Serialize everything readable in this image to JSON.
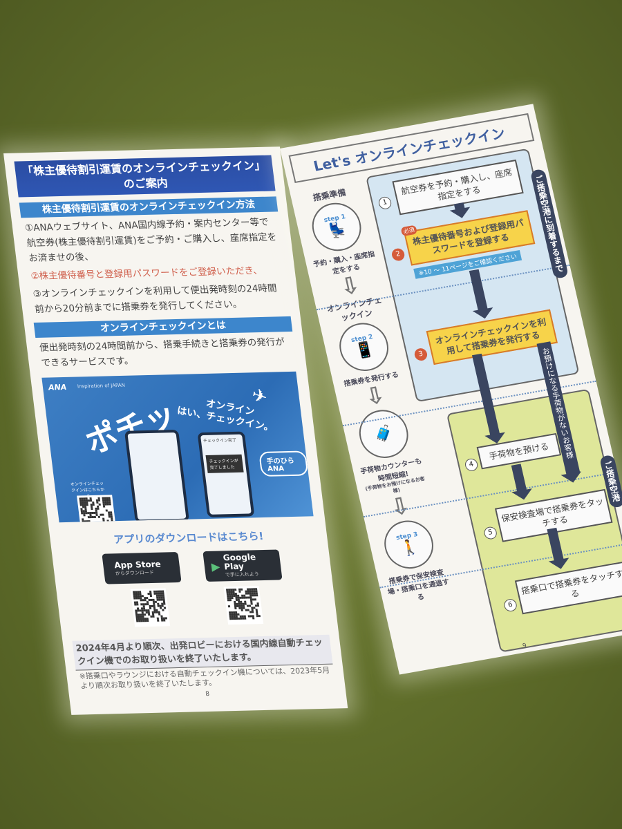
{
  "left_page": {
    "title_line1": "「株主優待割引運賃のオンラインチェックイン」",
    "title_line2": "のご案内",
    "method_heading": "株主優待割引運賃のオンラインチェックイン方法",
    "step1": "①ANAウェブサイト、ANA国内線予約・案内センター等で航空券(株主優待割引運賃)をご予約・ご購入し、座席指定をお済ませの後、",
    "step2": "②株主優待番号と登録用パスワードをご登録いただき、",
    "step3": "③オンラインチェックインを利用して便出発時刻の24時間前から20分前までに搭乗券を発行してください。",
    "about_heading": "オンラインチェックインとは",
    "about_text": "便出発時刻の24時間前から、搭乗手続きと搭乗券の発行ができるサービスです。",
    "banner": {
      "logo": "ANA",
      "tagline": "Inspiration of JAPAN",
      "headline": "ポチッ",
      "slogan_line1": "オンライン",
      "slogan_line2": "はい、チェックイン。",
      "phone_screen_title": "チェックイン完了",
      "phone_screen_message": "チェックインが完了しました",
      "app_badge": "手のひらANA",
      "qr_caption": "オンラインチェックインはこちらから"
    },
    "download_heading": "アプリのダウンロードはこちら!",
    "app_store": {
      "name": "App Store",
      "sub": "からダウンロード",
      "icon": "apple-icon"
    },
    "google_play": {
      "name": "Google Play",
      "sub": "で手に入れよう",
      "icon": "play-icon"
    },
    "notice": "2024年4月より順次、出発ロビーにおける国内線自動チェックイン機でのお取り扱いを終了いたします。",
    "note": "※搭乗口やラウンジにおける自動チェックイン機については、2023年5月より順次お取り扱いを終了いたします。",
    "page_number": "8"
  },
  "right_page": {
    "title": "Let's オンラインチェックイン",
    "side": {
      "prep_label": "搭乗準備",
      "step1_label": "step 1",
      "step1_caption": "予約・購入・座席指定をする",
      "online_label": "オンラインチェックイン",
      "step2_label": "step 2",
      "step2_caption": "搭乗券を発行する",
      "baggage_caption": "手荷物カウンターも時間短縮!",
      "baggage_note": "(手荷物をお預けになるお客様)",
      "step3_label": "step 3",
      "step3_caption": "搭乗券で保安検査場・搭乗口を通過する"
    },
    "flow": [
      {
        "num": "1",
        "text": "航空券を予約・購入し、座席指定をする"
      },
      {
        "num": "2",
        "text": "株主優待番号および登録用パスワードを登録する",
        "badge": "必須"
      },
      {
        "num": "3",
        "text": "オンラインチェックインを利用して搭乗券を発行する"
      },
      {
        "num": "4",
        "text": "手荷物を預ける"
      },
      {
        "num": "5",
        "text": "保安検査場で搭乗券をタッチする"
      },
      {
        "num": "6",
        "text": "搭乗口で搭乗券をタッチする"
      }
    ],
    "see_pages": "※10 ～ 11ページをご確認ください",
    "before_airport": "ご搭乗空港に到着するまで",
    "at_airport": "ご搭乗空港",
    "no_baggage": "お預けになる手荷物がないお客様",
    "page_number": "9"
  },
  "colors": {
    "header_blue": "#2b4da3",
    "sub_blue": "#3d86cc",
    "highlight_yellow": "#f7d34a",
    "zone_blue": "#d5e6f2",
    "zone_green": "#dfe79a",
    "table_green": "#5f6d2a"
  }
}
